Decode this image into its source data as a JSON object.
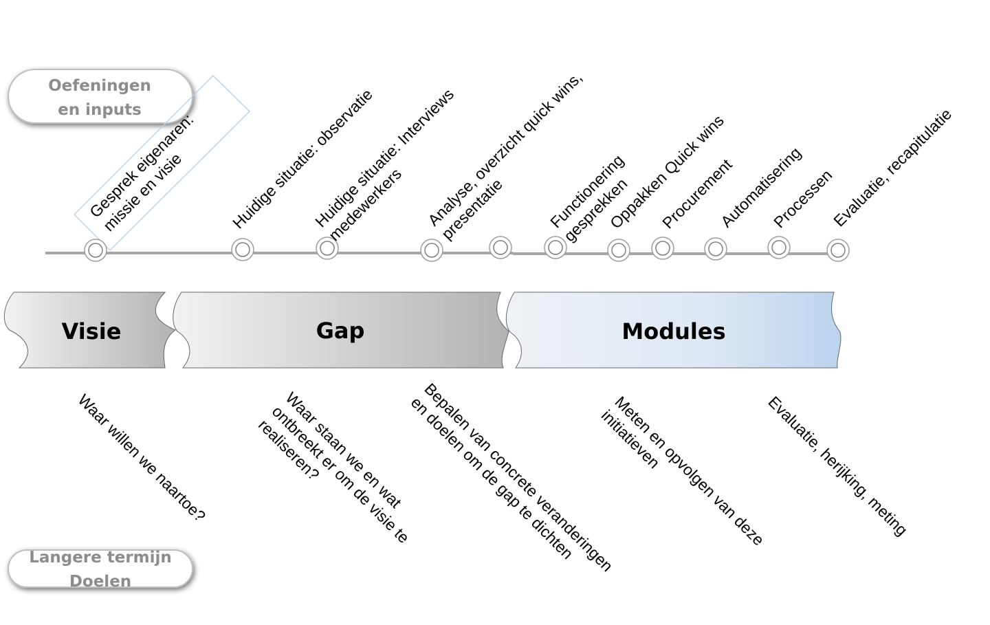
{
  "labels": {
    "top_pill": [
      "Oefeningen",
      "en inputs"
    ],
    "bottom_pill": [
      "Langere termijn",
      "Doelen"
    ]
  },
  "milestones": [
    {
      "lines": [
        "Gesprek eigenaren:",
        "missie en visie"
      ]
    },
    {
      "lines": [
        "Huidige situatie: observatie"
      ]
    },
    {
      "lines": [
        "Huidige situatie: Interviews",
        "medewerkers"
      ]
    },
    {
      "lines": [
        "Analyse, overzicht quick wins,",
        "presentatie"
      ]
    },
    {
      "lines": [
        "Functionering",
        "gesprekken"
      ]
    },
    {
      "lines": [
        "Oppakken Quick wins"
      ]
    },
    {
      "lines": [
        "Procurement"
      ]
    },
    {
      "lines": [
        "Automatisering"
      ]
    },
    {
      "lines": [
        "Processen"
      ]
    },
    {
      "lines": [
        "Evaluatie, recapitulatie"
      ]
    }
  ],
  "phases": [
    {
      "label": "Visie"
    },
    {
      "label": "Gap"
    },
    {
      "label": "Modules"
    }
  ],
  "goals": [
    {
      "lines": [
        "Waar willen we naartoe?"
      ]
    },
    {
      "lines": [
        "Waar staan we en wat",
        "ontbreekt er om de visie te",
        "realiseren?"
      ]
    },
    {
      "lines": [
        "Bepalen van concrete veranderingen",
        "en doelen om de gap te dichten"
      ]
    },
    {
      "lines": [
        "Meten en opvolgen van deze",
        "initiatieven"
      ]
    },
    {
      "lines": [
        "Evaluatie, herijking, meting"
      ]
    }
  ],
  "colors": {
    "timeline": "#a6a6a6",
    "gray_band_start": "#f2f2f2",
    "gray_band_end": "#b3b3b3",
    "blue_band_start": "#eef1f5",
    "blue_band_end": "#bcd3ee",
    "callout_border": "#b8d4ea"
  }
}
